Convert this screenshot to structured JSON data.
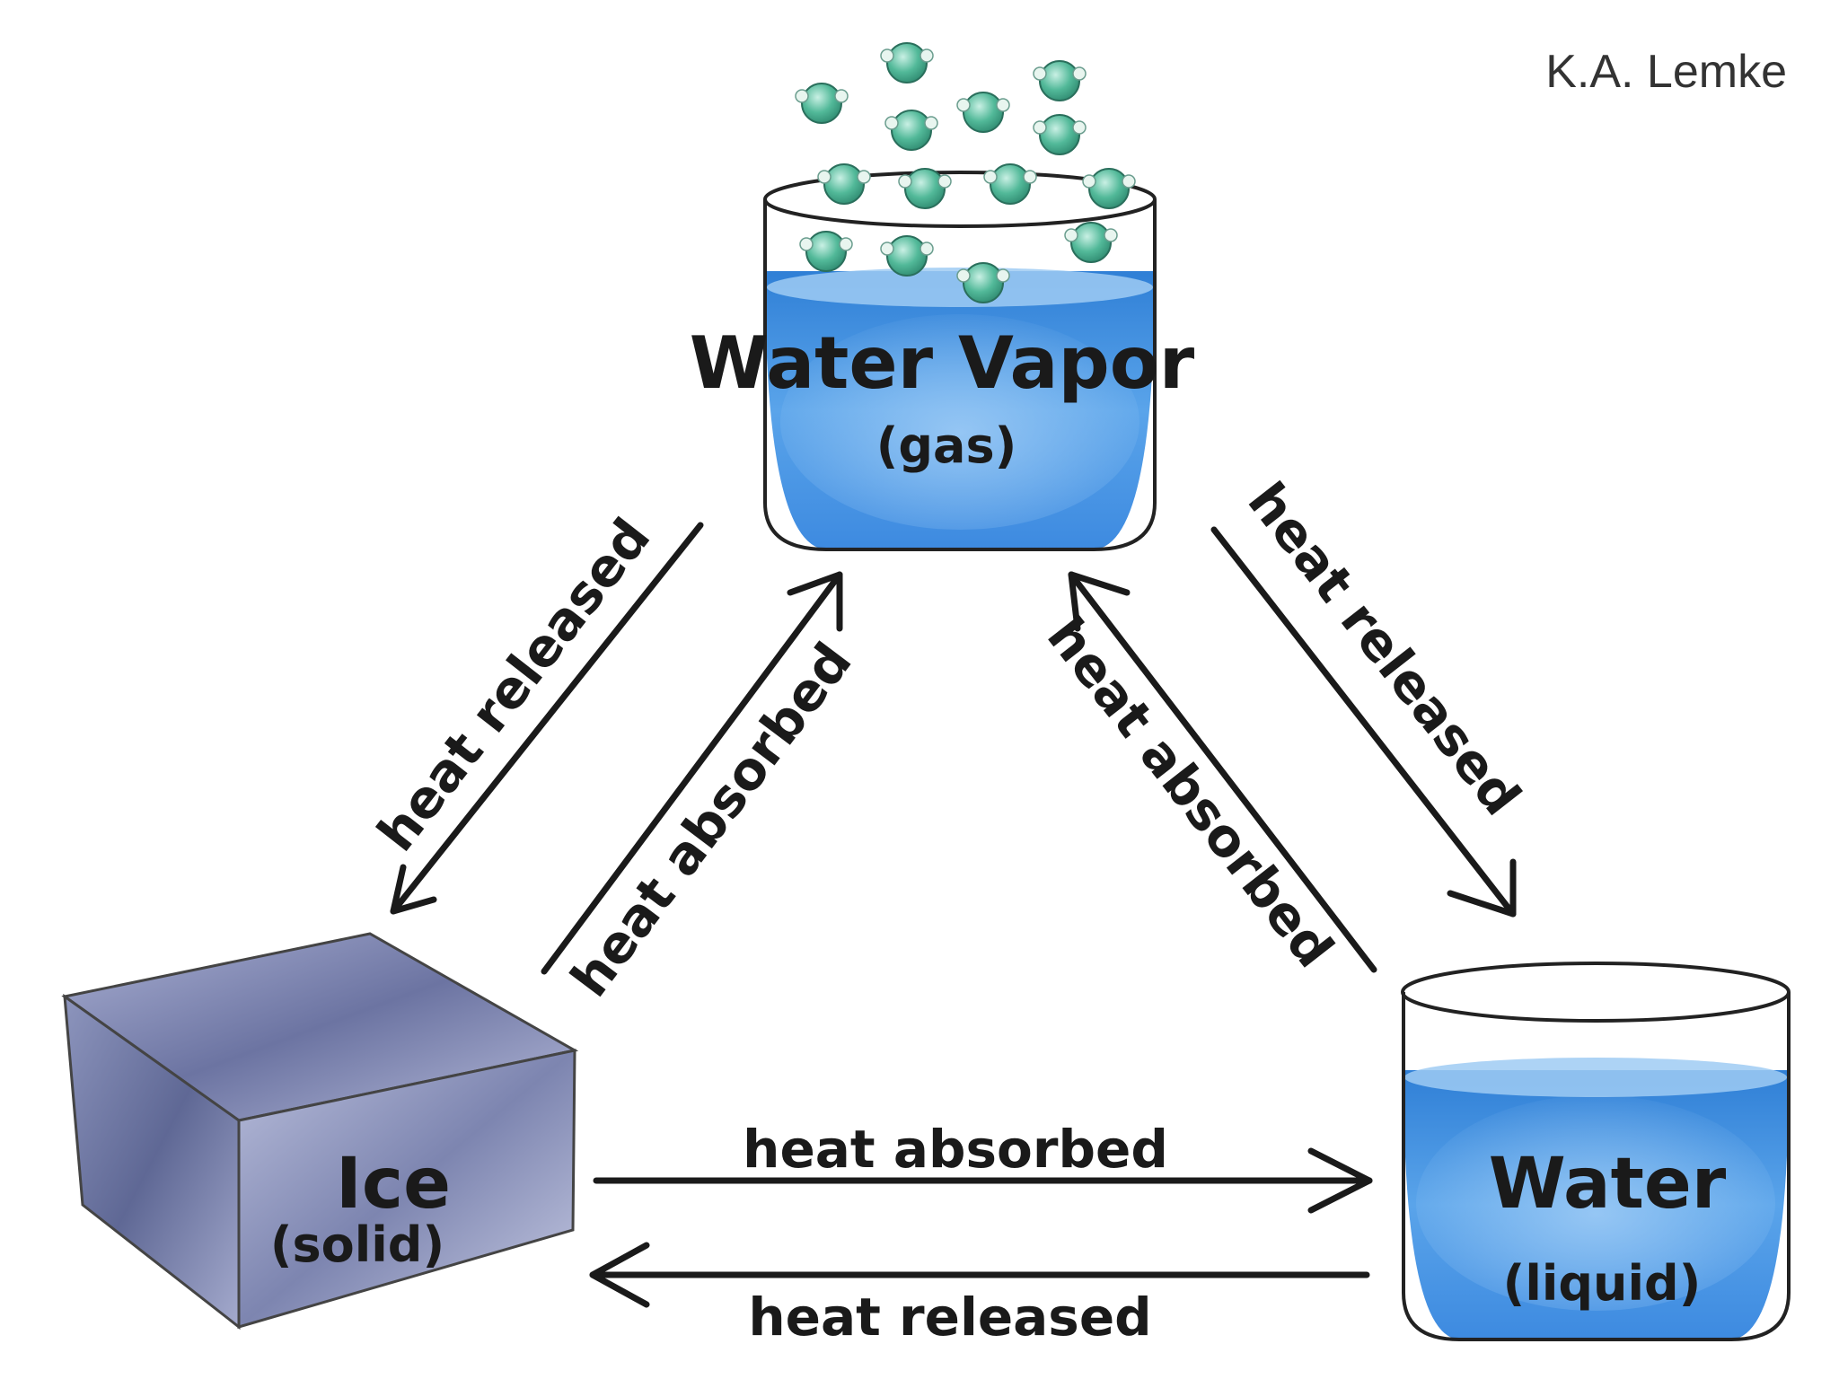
{
  "credit": "K.A. Lemke",
  "colors": {
    "water": "#3f8fe0",
    "ice": "#7b83ad",
    "arrow": "#1a1a1a",
    "molecule": "#4fb89a"
  },
  "states": {
    "gas": {
      "title": "Water Vapor",
      "subtitle": "(gas)"
    },
    "solid": {
      "title": "Ice",
      "subtitle": "(solid)"
    },
    "liquid": {
      "title": "Water",
      "subtitle": "(liquid)"
    }
  },
  "transitions": {
    "gas_to_solid": "heat released",
    "solid_to_gas": "heat absorbed",
    "liquid_to_gas": "heat absorbed",
    "gas_to_liquid": "heat released",
    "solid_to_liquid": "heat absorbed",
    "liquid_to_solid": "heat released"
  }
}
